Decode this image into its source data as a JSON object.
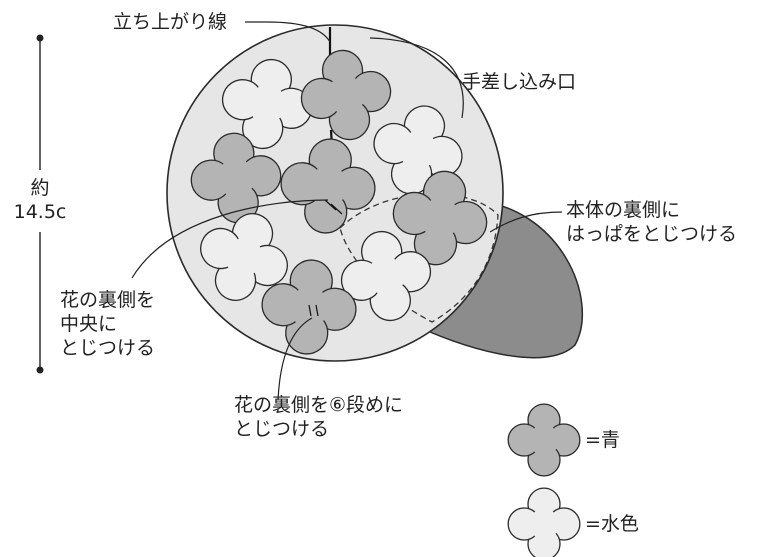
{
  "labels": {
    "seam_line": "立ち上がり線",
    "hand_opening": "手差し込み口",
    "size": "約\n14.5c",
    "leaf_attach": "本体の裏側に\nはっぱをとじつける",
    "flower_center": "花の裏側を\n中央に\nとじつける",
    "flower_row6": "花の裏側を⑥段めに\nとじつける"
  },
  "legend": [
    {
      "text": "=青",
      "color": "#b4b4b4",
      "icon": "flower-icon"
    },
    {
      "text": "=水色",
      "color": "#eeeeee",
      "icon": "flower-icon"
    }
  ],
  "colors": {
    "body": "#e6e6e6",
    "leaf": "#8c8c8c",
    "flower_blue": "#b4b4b4",
    "flower_lightblue": "#eeeeee",
    "outline": "#2a2a2a"
  }
}
